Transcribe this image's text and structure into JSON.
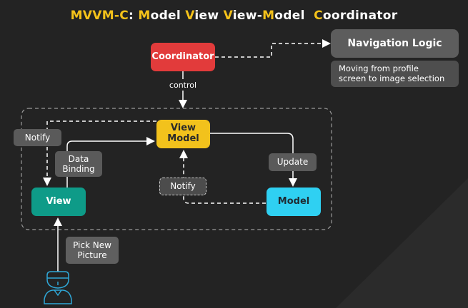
{
  "title": {
    "segments": [
      {
        "text": "MVVM-C",
        "color": "yellow"
      },
      {
        "text": ": ",
        "color": "white"
      },
      {
        "text": "M",
        "color": "yellow"
      },
      {
        "text": "odel ",
        "color": "white"
      },
      {
        "text": "V",
        "color": "yellow"
      },
      {
        "text": "iew ",
        "color": "white"
      },
      {
        "text": "V",
        "color": "yellow"
      },
      {
        "text": "iew-",
        "color": "white"
      },
      {
        "text": "M",
        "color": "yellow"
      },
      {
        "text": "odel  ",
        "color": "white"
      },
      {
        "text": "C",
        "color": "yellow"
      },
      {
        "text": "oordinator",
        "color": "white"
      }
    ]
  },
  "nodes": {
    "coordinator": "Coordinator",
    "view_model": "View\nModel",
    "view": "View",
    "model": "Model",
    "navigation_logic": "Navigation Logic",
    "navigation_desc": "Moving from profile\nscreen to image selection"
  },
  "labels": {
    "control": "control",
    "notify_left": "Notify",
    "data_binding": "Data\nBinding",
    "update": "Update",
    "notify_center": "Notify",
    "pick_new_picture": "Pick New\nPicture"
  },
  "icons": {
    "user": "user-avatar-icon"
  },
  "colors": {
    "background": "#232323",
    "title_accent": "#f4c21a",
    "coordinator": "#e23b3b",
    "view_model": "#f2c21c",
    "view": "#0e9b88",
    "model": "#2fd0f2",
    "label_bg": "#5a5a5a",
    "user_icon": "#2fa8d8"
  }
}
